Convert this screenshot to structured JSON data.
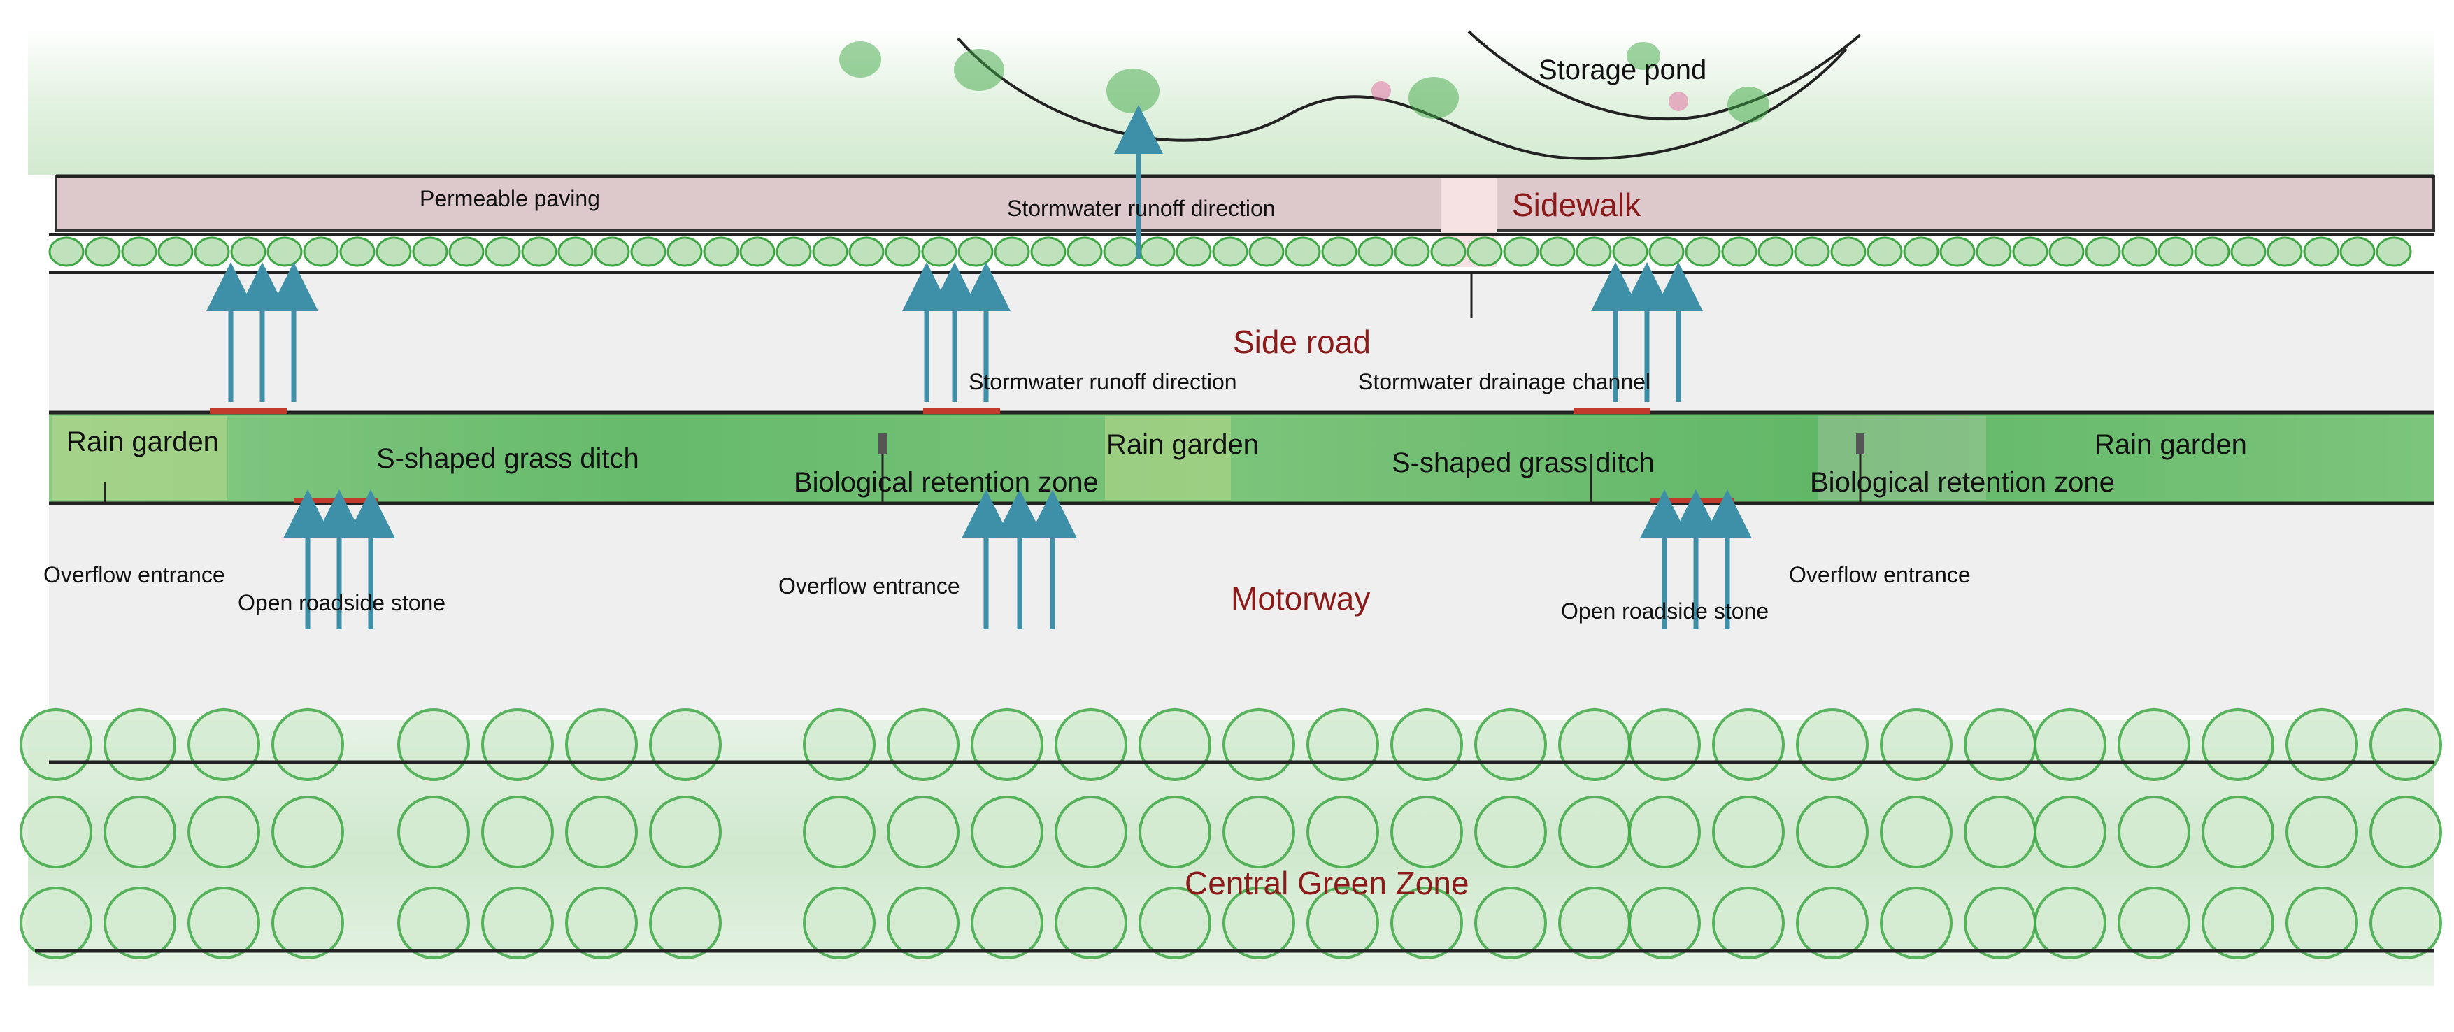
{
  "labels": {
    "storage_pond": "Storage pond",
    "permeable_paving": "Permeable paving",
    "runoff_direction_top": "Stormwater runoff direction",
    "sidewalk": "Sidewalk",
    "side_road": "Side road",
    "runoff_direction_mid": "Stormwater runoff direction",
    "drainage_channel": "Stormwater drainage channel",
    "rain_garden_1": "Rain garden",
    "rain_garden_2": "Rain garden",
    "rain_garden_3": "Rain garden",
    "grass_ditch_1": "S-shaped grass ditch",
    "grass_ditch_2": "S-shaped grass ditch",
    "bio_zone_1": "Biological retention zone",
    "bio_zone_2": "Biological retention zone",
    "overflow_1": "Overflow entrance",
    "overflow_2": "Overflow entrance",
    "overflow_3": "Overflow entrance",
    "roadside_stone_1": "Open roadside stone",
    "roadside_stone_2": "Open roadside stone",
    "motorway": "Motorway",
    "central_green": "Central Green Zone"
  },
  "colors": {
    "sidewalk_fill": "#ddc9cc",
    "green": "#3fa845",
    "green_light": "#cfe9cf",
    "road_fill": "#efefef",
    "arrow": "#3e8fa8",
    "zone_label": "#8b1a1a",
    "curb_marker": "#c0392b"
  }
}
